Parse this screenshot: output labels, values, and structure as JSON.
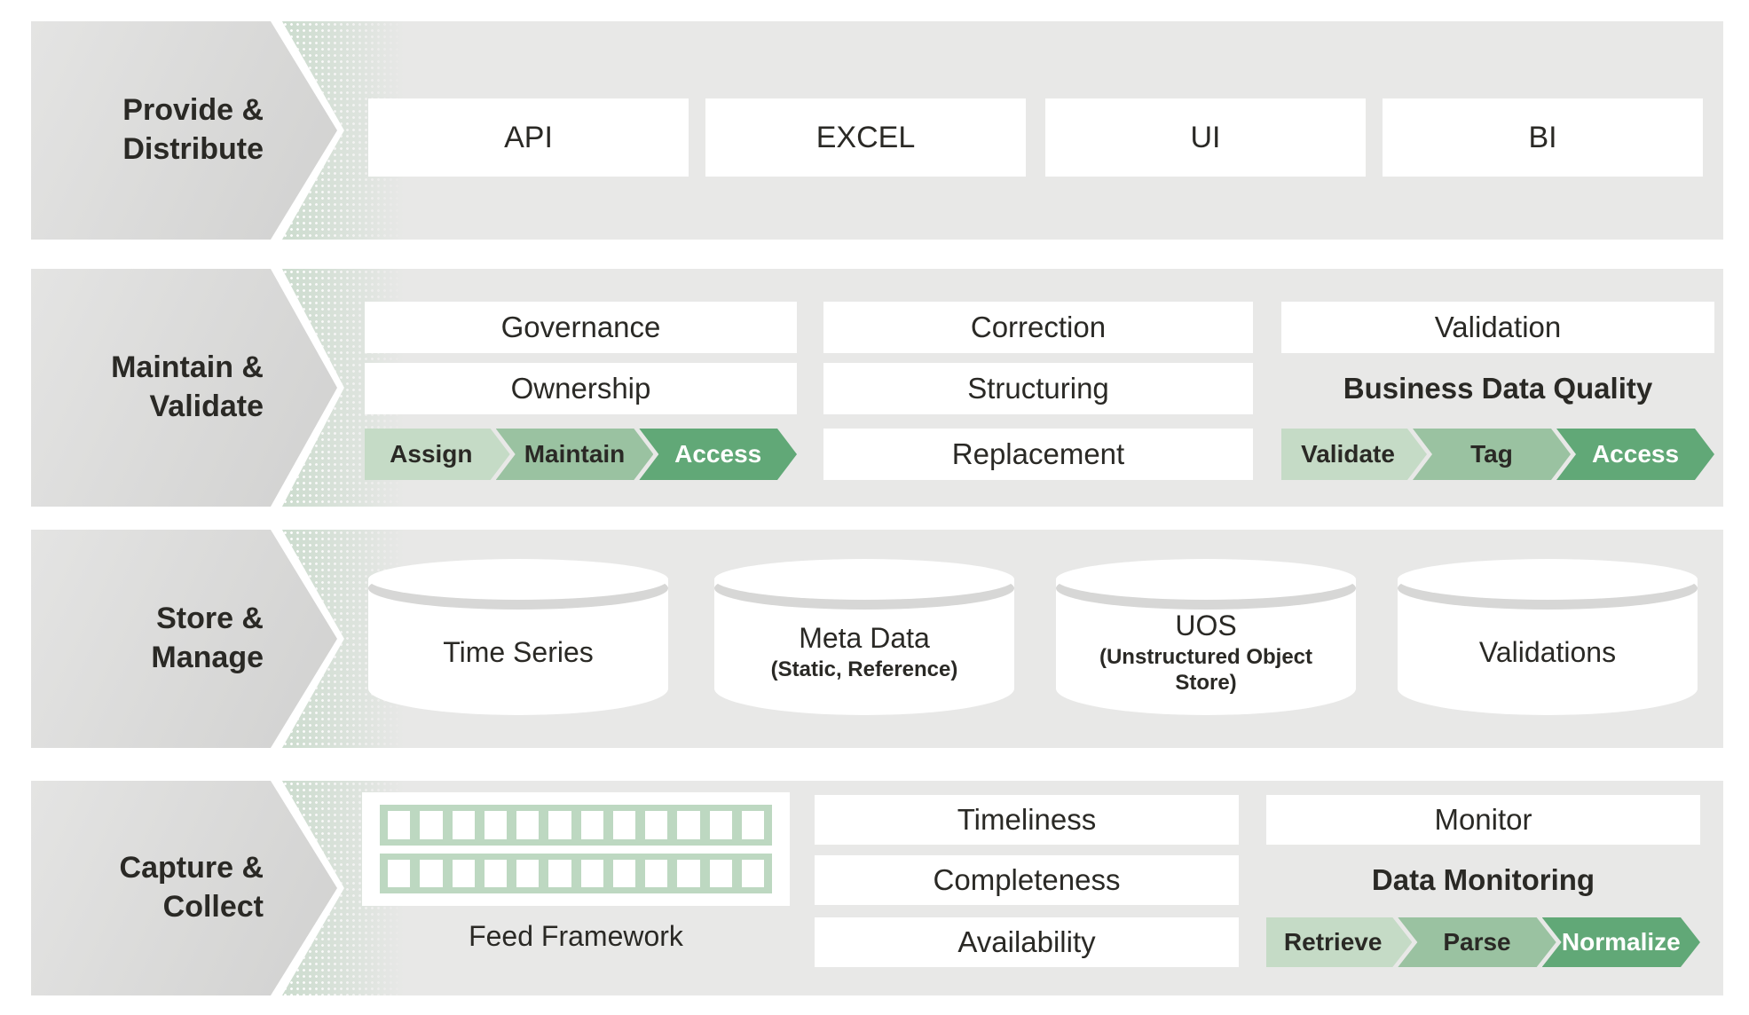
{
  "theme": {
    "band_bg": "#e8e8e7",
    "label_from": "#e4e4e3",
    "label_to": "#d1d1d0",
    "box_bg": "#ffffff",
    "text": "#2a2925",
    "chev_light": "#c5dbc6",
    "chev_mid": "#9ac2a1",
    "chev_dark": "#61a877",
    "chev_dark_text": "#ffffff",
    "feed_green": "#bdd8c1",
    "green_edge": "#ccdcce"
  },
  "bands": [
    {
      "label_line1": "Provide &",
      "label_line2": "Distribute",
      "boxes": [
        "API",
        "EXCEL",
        "UI",
        "BI"
      ]
    },
    {
      "label_line1": "Maintain &",
      "label_line2": "Validate",
      "columns": [
        {
          "boxes": [
            "Governance",
            "Ownership"
          ],
          "chevrons": [
            "Assign",
            "Maintain",
            "Access"
          ]
        },
        {
          "boxes": [
            "Correction",
            "Structuring",
            "Replacement"
          ]
        },
        {
          "boxes": [
            "Validation"
          ],
          "heading": "Business Data Quality",
          "chevrons": [
            "Validate",
            "Tag",
            "Access"
          ]
        }
      ]
    },
    {
      "label_line1": "Store &",
      "label_line2": "Manage",
      "cylinders": [
        {
          "title": "Time Series",
          "subtitle": ""
        },
        {
          "title": "Meta Data",
          "subtitle": "(Static, Reference)"
        },
        {
          "title": "UOS",
          "subtitle": "(Unstructured Object Store)"
        },
        {
          "title": "Validations",
          "subtitle": ""
        }
      ]
    },
    {
      "label_line1": "Capture &",
      "label_line2": "Collect",
      "columns": [
        {
          "feed": {
            "label": "Feed Framework",
            "rows": 2,
            "cols": 12
          }
        },
        {
          "boxes": [
            "Timeliness",
            "Completeness",
            "Availability"
          ]
        },
        {
          "boxes": [
            "Monitor"
          ],
          "heading": "Data Monitoring",
          "chevrons": [
            "Retrieve",
            "Parse",
            "Normalize"
          ]
        }
      ]
    }
  ]
}
